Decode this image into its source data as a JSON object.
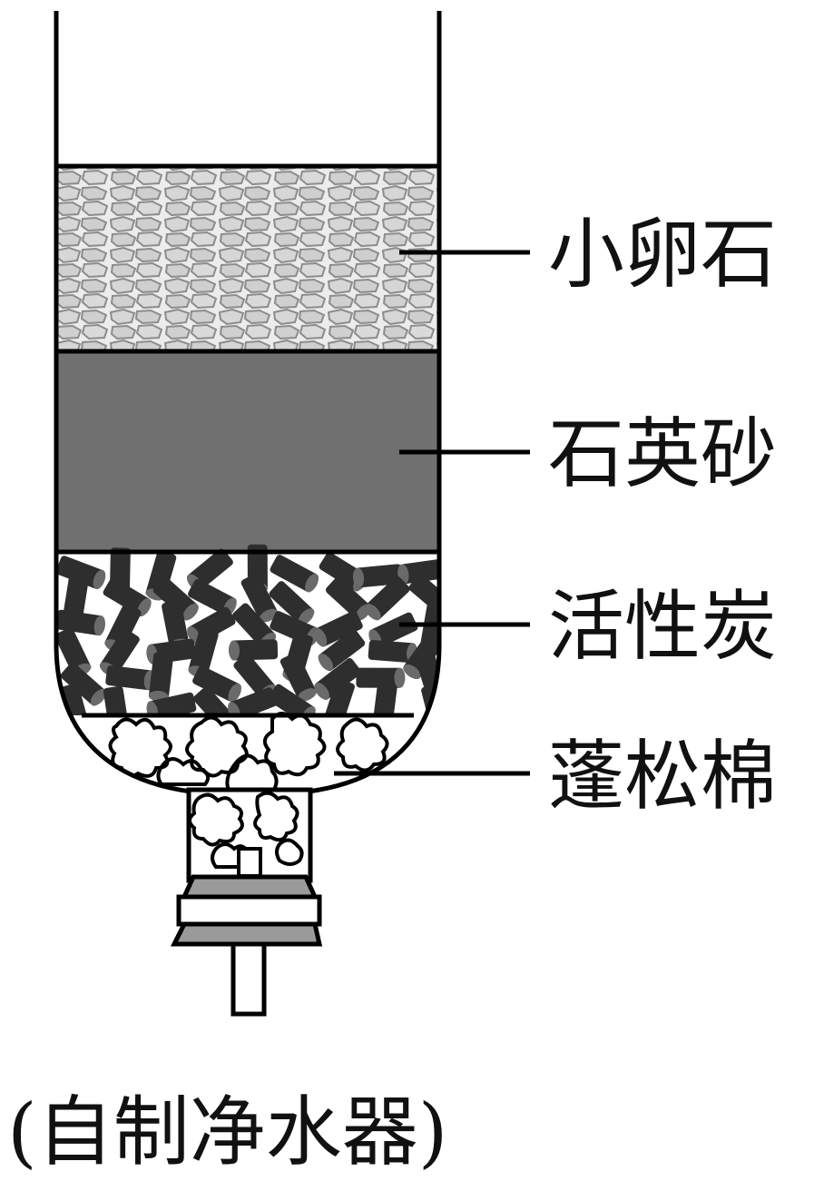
{
  "diagram": {
    "layers": [
      {
        "id": "pebbles",
        "label": "小卵石"
      },
      {
        "id": "quartz-sand",
        "label": "石英砂"
      },
      {
        "id": "activated-carbon",
        "label": "活性炭"
      },
      {
        "id": "cotton",
        "label": "蓬松棉"
      }
    ],
    "caption": "(自制净水器)",
    "colors": {
      "outline": "#000000",
      "pebble_fill": "#d8d8d8",
      "pebble_edge": "#8c8c8c",
      "sand": "#707070",
      "carbon": "#2e2e2e",
      "carbon_light": "#6a6a6a",
      "cap_grey": "#9a9a9a"
    }
  }
}
